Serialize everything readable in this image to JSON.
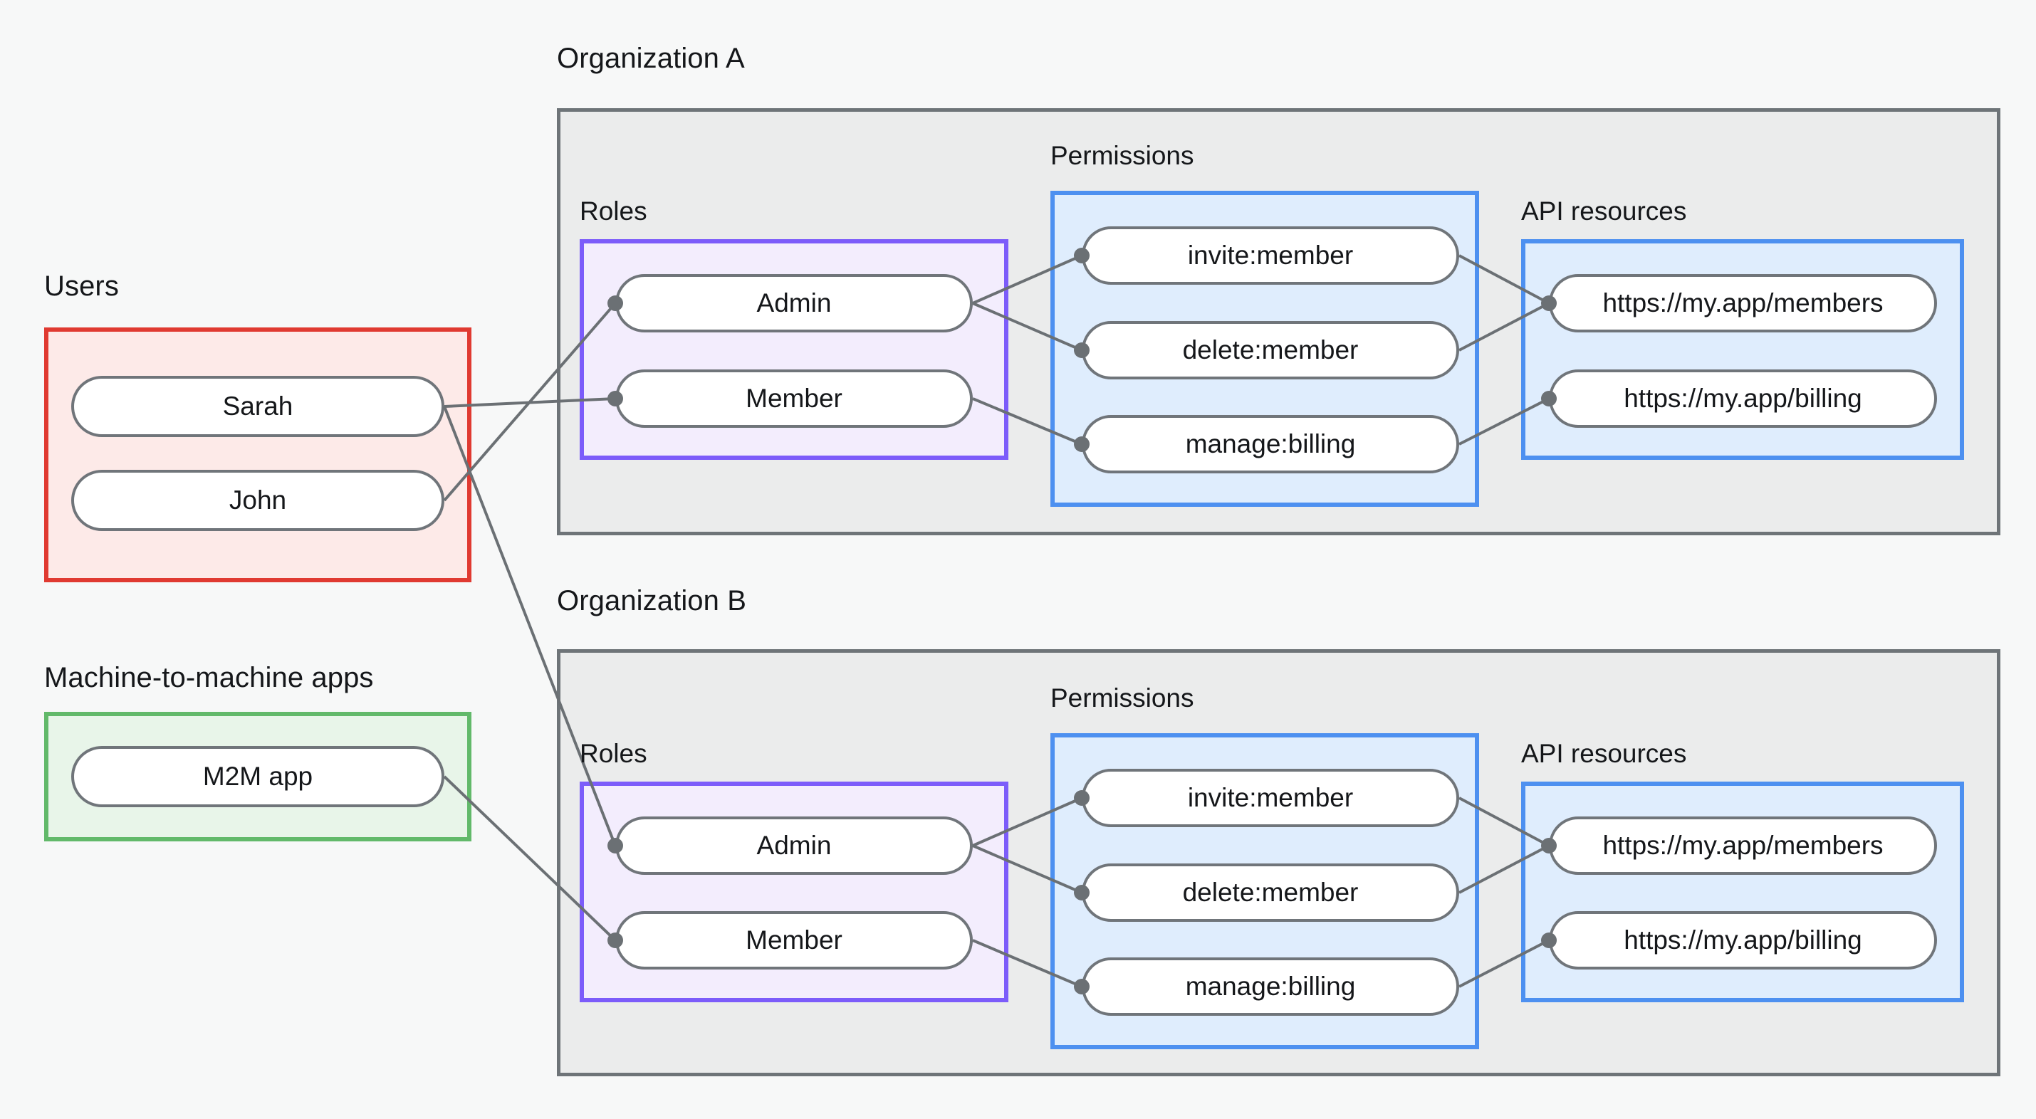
{
  "diagram": {
    "type": "authorization-model-diagram",
    "background_color": "#f7f8f8",
    "colors": {
      "users_border": "#e03a31",
      "users_fill": "#fdeae8",
      "m2m_border": "#62b96a",
      "m2m_fill": "#e8f5e9",
      "roles_border": "#7c5cfa",
      "roles_fill": "#f3edfd",
      "permissions_border": "#4d90f0",
      "permissions_fill": "#dfedfd",
      "api_border": "#4d90f0",
      "api_fill": "#dfedfd",
      "org_border": "#6e7478",
      "org_fill": "#ebecec",
      "node_border": "#70757a",
      "node_fill": "#ffffff",
      "edge": "#6b7074",
      "text": "#15171a"
    },
    "groups": {
      "users": {
        "title": "Users",
        "nodes": [
          {
            "label": "Sarah"
          },
          {
            "label": "John"
          }
        ]
      },
      "m2m": {
        "title": "Machine-to-machine apps",
        "nodes": [
          {
            "label": "M2M app"
          }
        ]
      },
      "org_a": {
        "title": "Organization A",
        "roles": {
          "title": "Roles",
          "nodes": [
            {
              "label": "Admin"
            },
            {
              "label": "Member"
            }
          ]
        },
        "permissions": {
          "title": "Permissions",
          "nodes": [
            {
              "label": "invite:member"
            },
            {
              "label": "delete:member"
            },
            {
              "label": "manage:billing"
            }
          ]
        },
        "api_resources": {
          "title": "API resources",
          "nodes": [
            {
              "label": "https://my.app/members"
            },
            {
              "label": "https://my.app/billing"
            }
          ]
        }
      },
      "org_b": {
        "title": "Organization B",
        "roles": {
          "title": "Roles",
          "nodes": [
            {
              "label": "Admin"
            },
            {
              "label": "Member"
            }
          ]
        },
        "permissions": {
          "title": "Permissions",
          "nodes": [
            {
              "label": "invite:member"
            },
            {
              "label": "delete:member"
            },
            {
              "label": "manage:billing"
            }
          ]
        },
        "api_resources": {
          "title": "API resources",
          "nodes": [
            {
              "label": "https://my.app/members"
            },
            {
              "label": "https://my.app/billing"
            }
          ]
        }
      }
    },
    "connections": [
      {
        "from": "Sarah",
        "to": "Organization A / Member"
      },
      {
        "from": "Sarah",
        "to": "Organization B / Admin"
      },
      {
        "from": "John",
        "to": "Organization A / Admin"
      },
      {
        "from": "M2M app",
        "to": "Organization B / Member"
      },
      {
        "from": "Organization A / Admin",
        "to": "Organization A / invite:member"
      },
      {
        "from": "Organization A / Admin",
        "to": "Organization A / delete:member"
      },
      {
        "from": "Organization A / Member",
        "to": "Organization A / manage:billing"
      },
      {
        "from": "Organization A / invite:member",
        "to": "Organization A / https://my.app/members"
      },
      {
        "from": "Organization A / delete:member",
        "to": "Organization A / https://my.app/members"
      },
      {
        "from": "Organization A / manage:billing",
        "to": "Organization A / https://my.app/billing"
      },
      {
        "from": "Organization B / Admin",
        "to": "Organization B / invite:member"
      },
      {
        "from": "Organization B / Admin",
        "to": "Organization B / delete:member"
      },
      {
        "from": "Organization B / Member",
        "to": "Organization B / manage:billing"
      },
      {
        "from": "Organization B / invite:member",
        "to": "Organization B / https://my.app/members"
      },
      {
        "from": "Organization B / delete:member",
        "to": "Organization B / https://my.app/members"
      },
      {
        "from": "Organization B / manage:billing",
        "to": "Organization B / https://my.app/billing"
      }
    ]
  }
}
